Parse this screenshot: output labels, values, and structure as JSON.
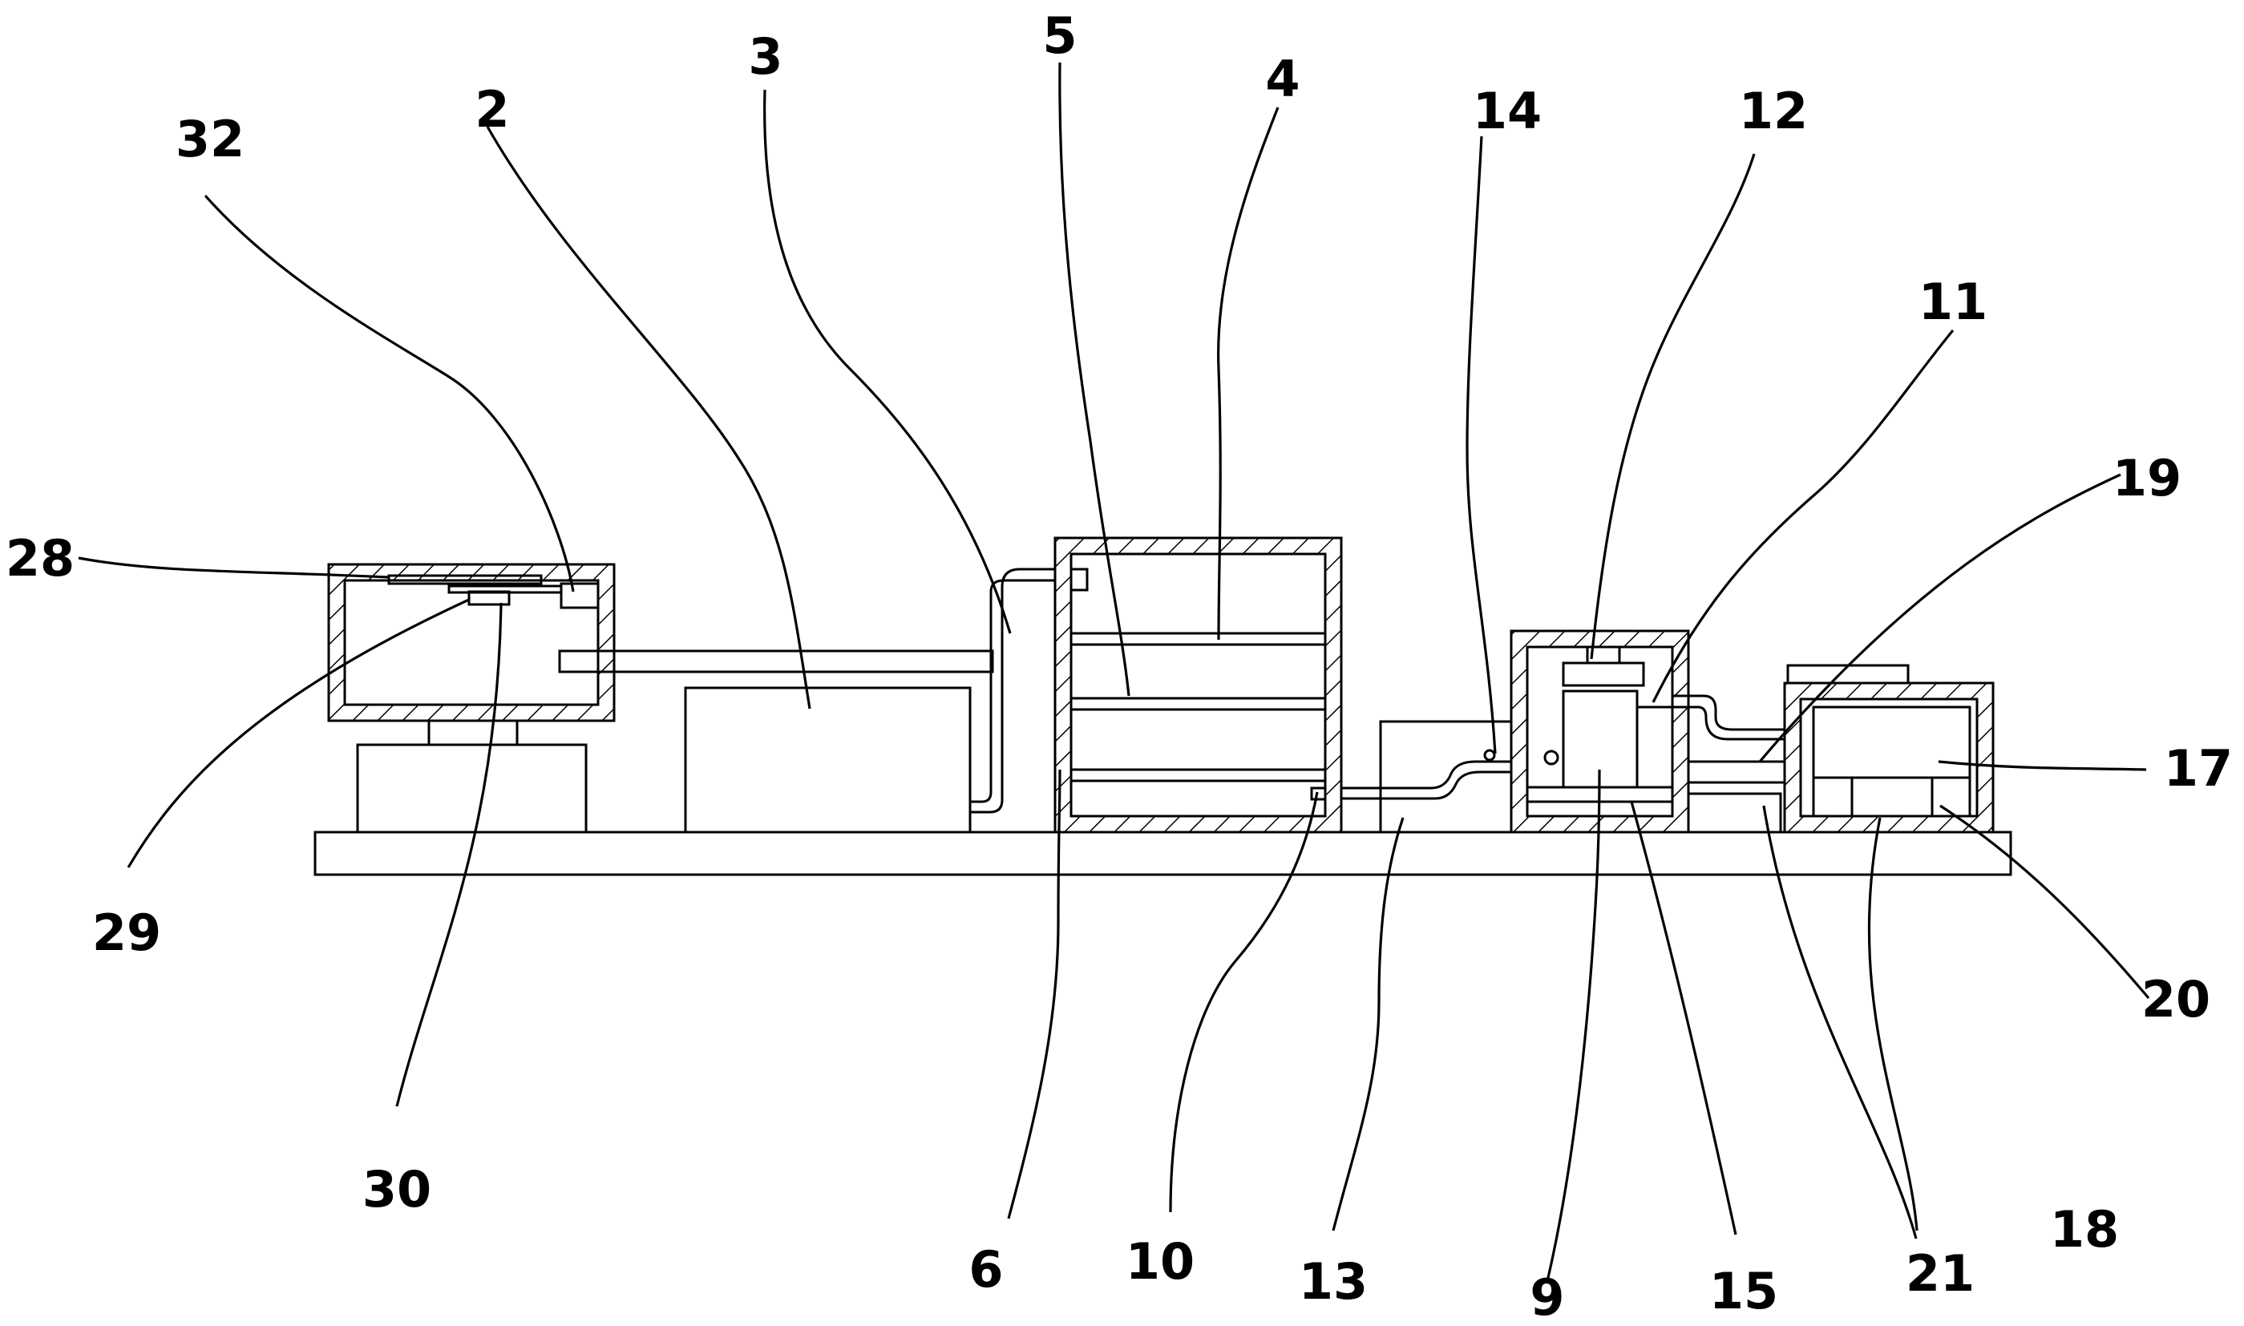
{
  "diagram": {
    "labels": {
      "l2": "2",
      "l3": "3",
      "l4": "4",
      "l5": "5",
      "l6": "6",
      "l9": "9",
      "l10": "10",
      "l11": "11",
      "l12": "12",
      "l13": "13",
      "l14": "14",
      "l15": "15",
      "l17": "17",
      "l18": "18",
      "l19": "19",
      "l20": "20",
      "l21": "21",
      "l28": "28",
      "l29": "29",
      "l30": "30",
      "l32": "32"
    }
  }
}
